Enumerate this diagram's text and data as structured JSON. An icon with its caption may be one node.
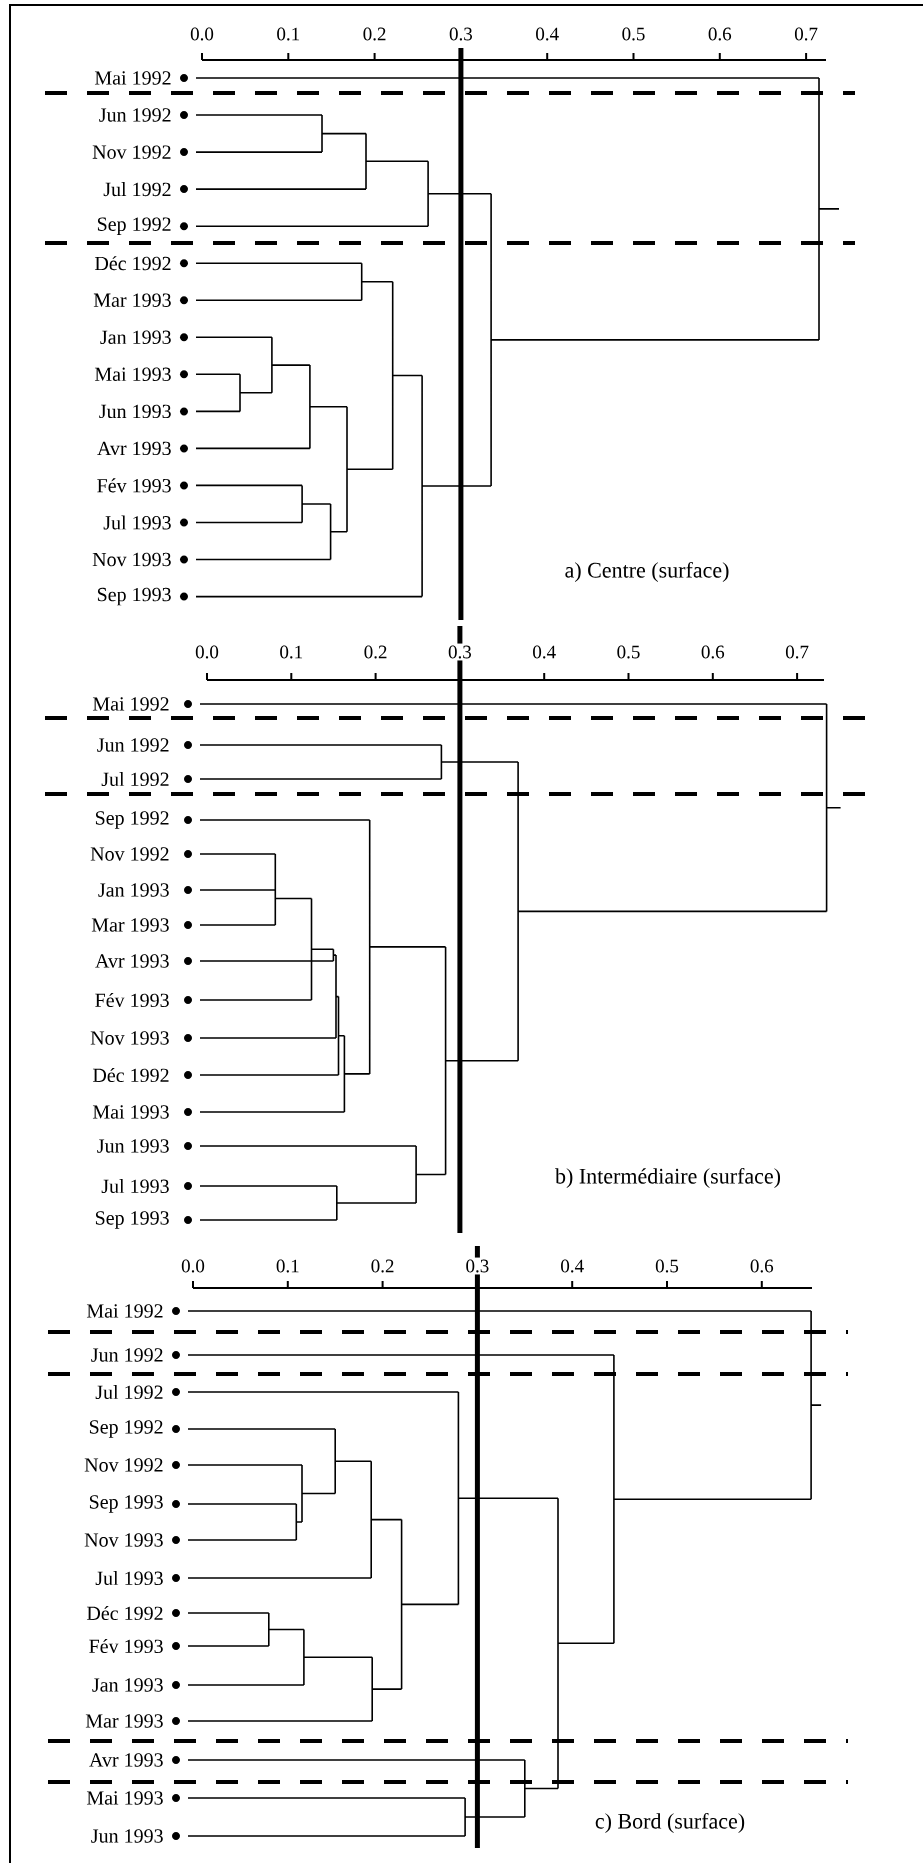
{
  "diagram": {
    "labels": [
      "0.0",
      "0.1",
      "0.2",
      "0.3",
      "0.4",
      "0.5",
      "0.6",
      "0.7",
      "Mai 1992",
      "Jun 1992",
      "Nov 1992",
      "Jul 1992",
      "Sep 1992",
      "Déc 1992",
      "Mar 1993",
      "Jan 1993",
      "Mai 1993",
      "Jun 1993",
      "Avr 1993",
      "Fév 1993",
      "Jul 1993",
      "Nov 1993",
      "Sep 1993",
      "a) Centre (surface)",
      "0.0",
      "0.1",
      "0.2",
      "0.3",
      "0.4",
      "0.5",
      "0.6",
      "0.7",
      "Mai 1992",
      "Jun 1992",
      "Jul 1992",
      "Sep 1992",
      "Nov 1992",
      "Jan 1993",
      "Mar 1993",
      "Avr 1993",
      "Fév 1993",
      "Nov 1993",
      "Déc 1992",
      "Mai 1993",
      "Jun 1993",
      "Jul 1993",
      "Sep 1993",
      "b) Intermédiaire (surface)",
      "0.0",
      "0.1",
      "0.2",
      "0.3",
      "0.4",
      "0.5",
      "0.6",
      "Mai 1992",
      "Jun 1992",
      "Jul 1992",
      "Sep 1992",
      "Nov 1992",
      "Sep 1993",
      "Nov 1993",
      "Jul 1993",
      "Déc 1992",
      "Fév 1993",
      "Jan 1993",
      "Mar 1993",
      "Avr 1993",
      "Mai 1993",
      "Jun 1993",
      "c) Bord (surface)"
    ]
  }
}
